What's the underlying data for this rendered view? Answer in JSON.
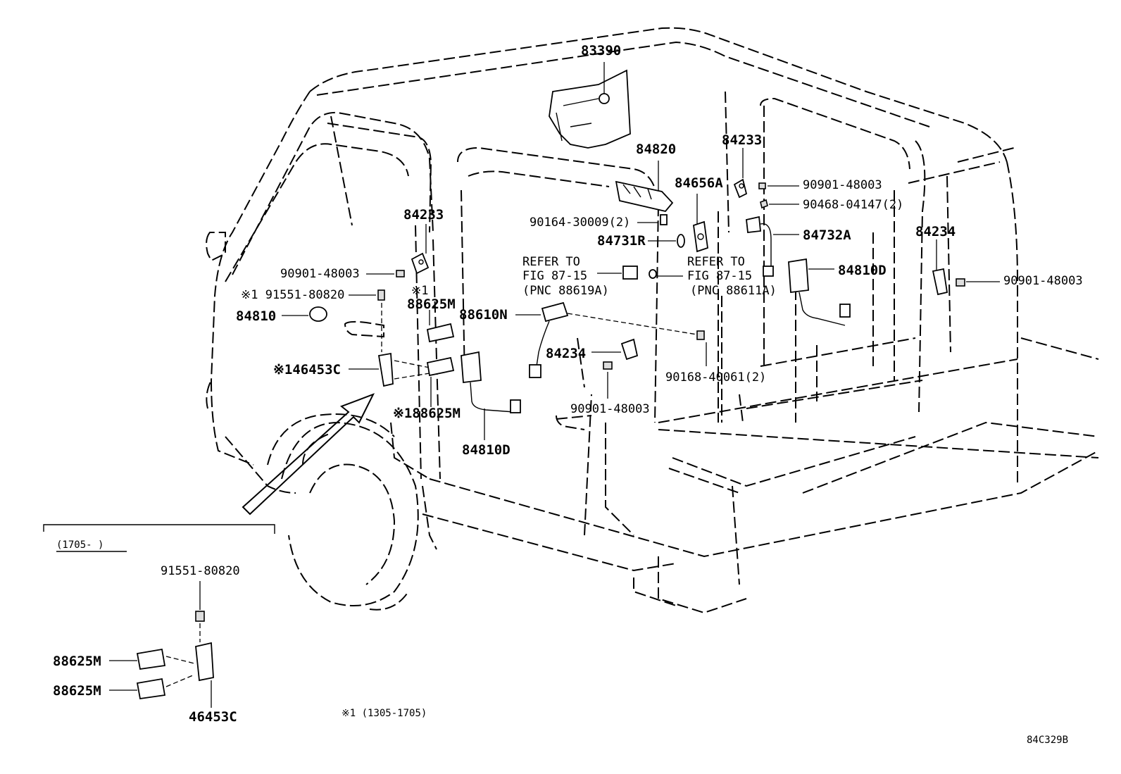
{
  "labels": {
    "p83390": "83390",
    "p84820": "84820",
    "p84233_top": "84233",
    "p90901_top": "90901-48003",
    "p90468": "90468-04147(2)",
    "p84656a": "84656A",
    "p90164": "90164-30009(2)",
    "p84731r": "84731R",
    "p84732a": "84732A",
    "p84234_right": "84234",
    "p90901_right": "90901-48003",
    "p84810d_right": "84810D",
    "refer_left_1": "REFER TO",
    "refer_left_2": "FIG 87-15",
    "refer_left_3": "(PNC 88619A)",
    "refer_right_1": "REFER TO",
    "refer_right_2": "FIG 87-15",
    "refer_right_3": "(PNC 88611A)",
    "p84233_left": "84233",
    "p90901_left": "90901-48003",
    "p91551_left": "※1 91551-80820",
    "p84810": "84810",
    "p88625m_a": "※1",
    "p88625m_a2": "88625M",
    "p88610n": "88610N",
    "p84234_mid": "84234",
    "p90168": "90168-40061(2)",
    "p46453c_left": "※146453C",
    "p88625m_b": "※188625M",
    "p84810d_mid": "84810D",
    "p90901_bottom": "90901-48003",
    "inset_range": "(1705-    )",
    "inset_91551": "91551-80820",
    "inset_88625m_1": "88625M",
    "inset_88625m_2": "88625M",
    "inset_46453c": "46453C",
    "footnote": "※1 (1305-1705)",
    "figure_code": "84C329B"
  }
}
